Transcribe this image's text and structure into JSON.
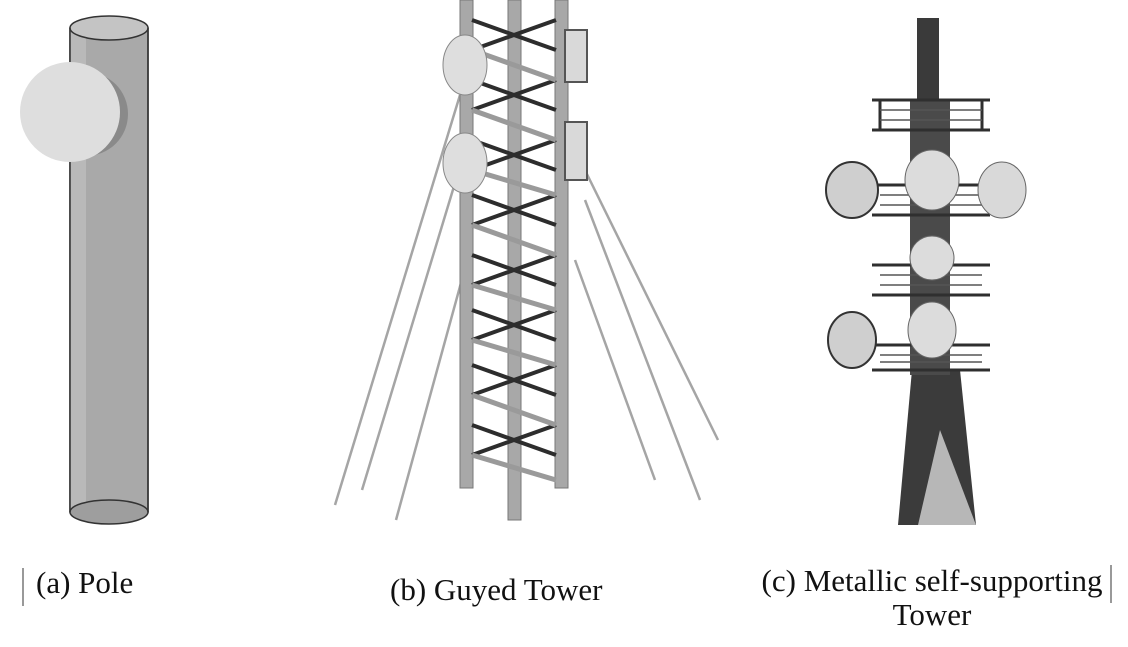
{
  "figure": {
    "panels": [
      {
        "id": "a",
        "caption": "(a) Pole"
      },
      {
        "id": "b",
        "caption": "(b) Guyed Tower"
      },
      {
        "id": "c",
        "caption_line1": "(c) Metallic self-supporting",
        "caption_line2": "Tower"
      }
    ],
    "colors": {
      "pole_body": "#a8a8a8",
      "dish": "#d8d8d8",
      "lattice": "#9c9c9c",
      "dark_steel": "#3a3a3a"
    }
  }
}
